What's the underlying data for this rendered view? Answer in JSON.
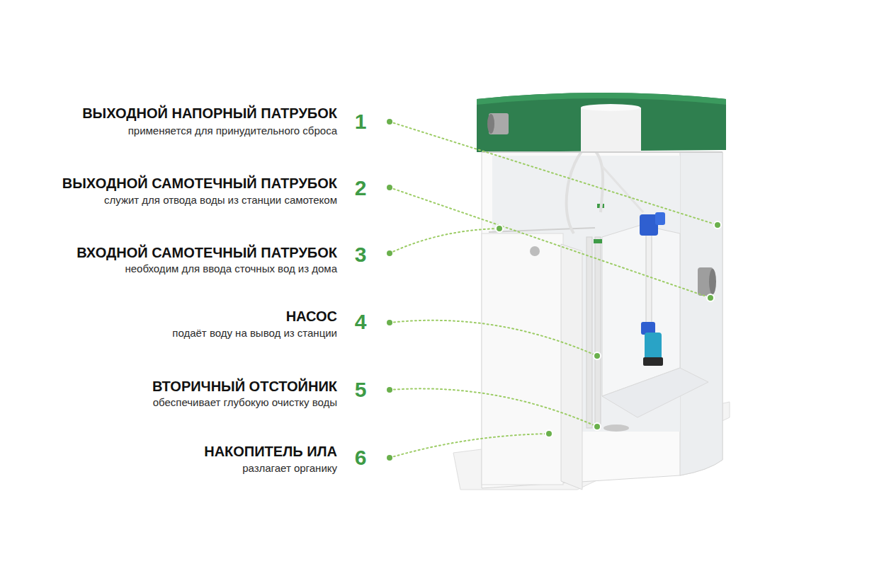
{
  "diagram": {
    "labels": [
      "ВЫХОДНОЙ НАПОРНЫЙ ПАТРУБОК",
      "применяется для принудительного сброса",
      "1",
      "ВЫХОДНОЙ САМОТЕЧНЫЙ ПАТРУБОК",
      "служит для отвода воды из станции самотеком",
      "2",
      "ВХОДНОЙ САМОТЕЧНЫЙ ПАТРУБОК",
      "необходим для ввода сточных вод из дома",
      "3",
      "НАСОС",
      "подаёт воду на вывод из станции",
      "4",
      "ВТОРИЧНЫЙ ОТСТОЙНИК",
      "обеспечивает глубокую очистку воды",
      "5",
      "НАКОПИТЕЛЬ ИЛА",
      "разлагает органику",
      "6"
    ]
  }
}
